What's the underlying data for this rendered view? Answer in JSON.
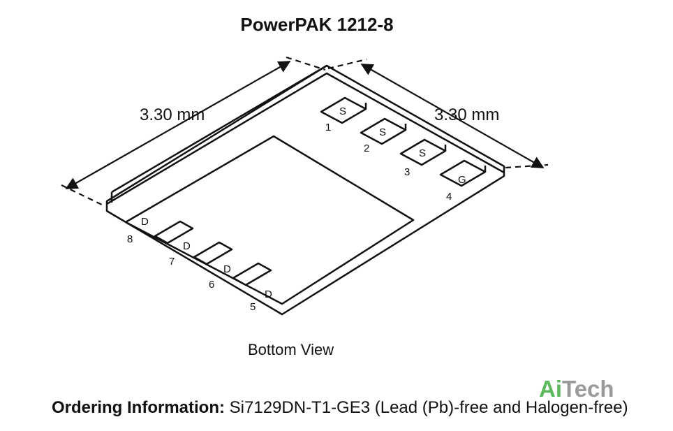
{
  "title": "PowerPAK 1212-8",
  "dimensions": {
    "left": "3.30 mm",
    "right": "3.30 mm"
  },
  "top_pins": [
    {
      "number": "1",
      "label": "S"
    },
    {
      "number": "2",
      "label": "S"
    },
    {
      "number": "3",
      "label": "S"
    },
    {
      "number": "4",
      "label": "G"
    }
  ],
  "bottom_pins": [
    {
      "number": "8",
      "label": "D"
    },
    {
      "number": "7",
      "label": "D"
    },
    {
      "number": "6",
      "label": "D"
    },
    {
      "number": "5",
      "label": "D"
    }
  ],
  "view_label": "Bottom View",
  "ordering": {
    "label": "Ordering Information:",
    "text": " Si7129DN-T1-GE3 (Lead (Pb)-free and Halogen-free)"
  },
  "watermark": {
    "part1": "Ai",
    "part2": "Tech"
  }
}
